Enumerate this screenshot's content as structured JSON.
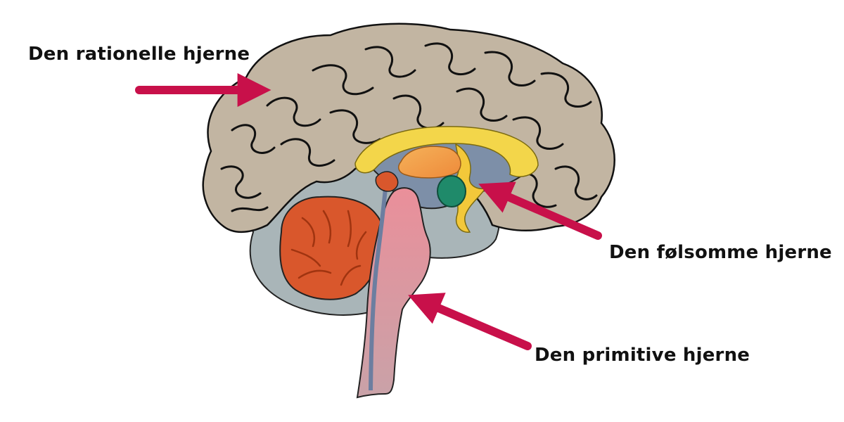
{
  "labels": {
    "rational": "Den rationelle hjerne",
    "emotional": "Den følsomme hjerne",
    "primitive": "Den primitive hjerne"
  },
  "colors": {
    "arrow": "#c8104a",
    "cortex": "#c2b5a2",
    "cortex_outline": "#111111",
    "inner_brain": "#a9b5b8",
    "ventricle": "#7d8fa8",
    "corpus_callosum": "#f3d64a",
    "thalamus": "#f2a04b",
    "hippocampus": "#1f8a6a",
    "cerebellum": "#d9572c",
    "brainstem": "#e48a97"
  }
}
